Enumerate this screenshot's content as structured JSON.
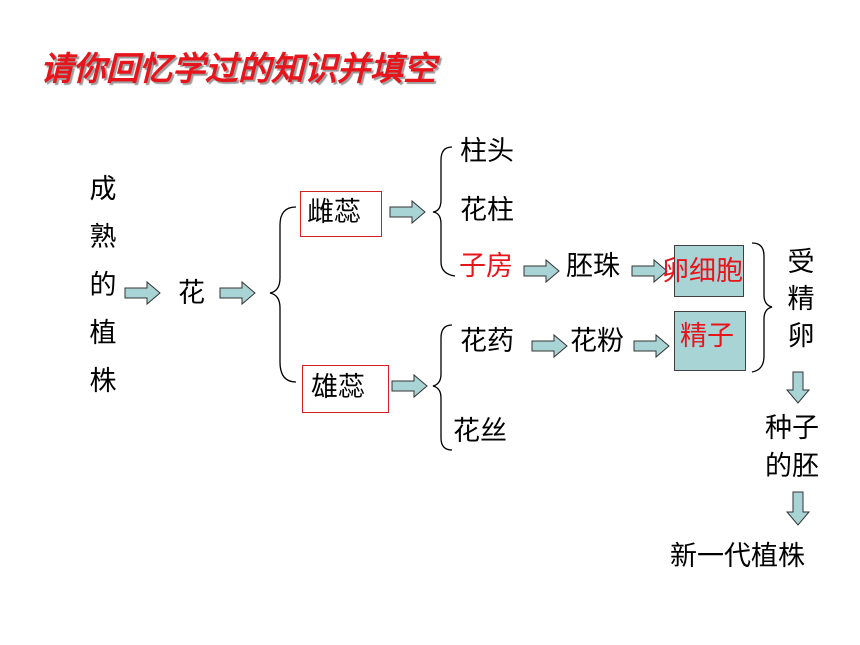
{
  "title": "请你回忆学过的知识并填空",
  "nodes": {
    "mature_plant": [
      "成",
      "熟",
      "的",
      "植",
      "株"
    ],
    "flower": "花",
    "pistil": "雌蕊",
    "stamen": "雄蕊",
    "stigma": "柱头",
    "style": "花柱",
    "ovary": "子房",
    "ovule": "胚珠",
    "egg_cell": "卵细胞",
    "anther": "花药",
    "pollen": "花粉",
    "sperm": "精子",
    "fertilized_egg": [
      "受",
      "精",
      "卵"
    ],
    "filament": "花丝",
    "embryo_line1": "种子",
    "embryo_line2": "的胚",
    "new_plant": "新一代植株"
  },
  "colors": {
    "title": "#e8141c",
    "highlight_text": "#e8141c",
    "box_teal": "#a9d4d6",
    "arrow_fill": "#a9d4d6"
  }
}
